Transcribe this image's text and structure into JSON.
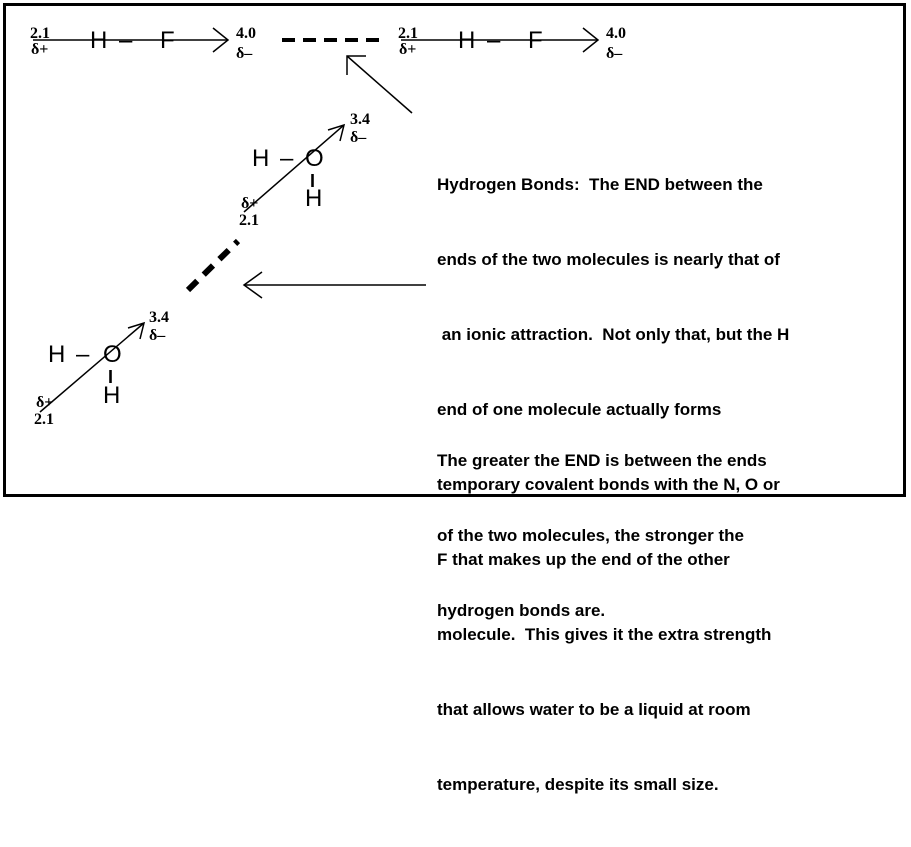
{
  "top_row": {
    "left": {
      "en_h": "2.1",
      "delta_h": "δ+",
      "atom_h": "H",
      "dash": "–",
      "atom_f": "F",
      "en_f": "4.0",
      "delta_f": "δ–"
    },
    "right": {
      "en_h": "2.1",
      "delta_h": "δ+",
      "atom_h": "H",
      "dash": "–",
      "atom_f": "F",
      "en_f": "4.0",
      "delta_f": "δ–"
    }
  },
  "water_upper": {
    "atom_h": "H",
    "dash": "–",
    "atom_o": "O",
    "bond": "I",
    "atom_h2": "H",
    "en_o": "3.4",
    "delta_o": "δ–",
    "delta_h": "δ+",
    "en_h": "2.1"
  },
  "water_lower": {
    "atom_h": "H",
    "dash": "–",
    "atom_o": "O",
    "bond": "I",
    "atom_h2": "H",
    "en_o": "3.4",
    "delta_o": "δ–",
    "delta_h": "δ+",
    "en_h": "2.1"
  },
  "explanation": {
    "paragraph1": [
      "Hydrogen Bonds:  The END between the",
      "ends of the two molecules is nearly that of",
      " an ionic attraction.  Not only that, but the H",
      "end of one molecule actually forms",
      "temporary covalent bonds with the N, O or",
      "F that makes up the end of the other",
      "molecule.  This gives it the extra strength",
      "that allows water to be a liquid at room",
      "temperature, despite its small size."
    ],
    "paragraph2": [
      "The greater the END is between the ends",
      "of the two molecules, the stronger the",
      "hydrogen bonds are."
    ]
  }
}
